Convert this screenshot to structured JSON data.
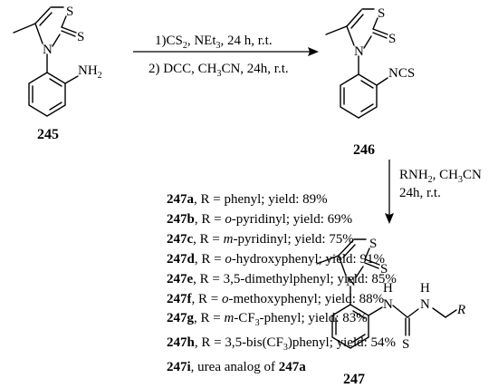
{
  "compounds": {
    "c245": "245",
    "c246": "246",
    "c247": "247"
  },
  "atoms": {
    "S": "S",
    "N": "N",
    "NH": "NH",
    "H": "H",
    "R": "R",
    "sub2": "2",
    "NCS": "NCS"
  },
  "step1": {
    "line1_a": "1)CS",
    "line1_sub": "2",
    "line1_b": ", NEt",
    "line1_sub2": "3",
    "line1_c": ", 24 h, r.t.",
    "line2_a": "2) DCC, CH",
    "line2_sub": "3",
    "line2_b": "CN, 24h, r.t."
  },
  "step2": {
    "line1_a": "RNH",
    "line1_sub": "2",
    "line1_b": ", CH",
    "line1_sub2": "3",
    "line1_c": "CN",
    "line2": "24h, r.t."
  },
  "yields": [
    {
      "id": "247a",
      "pre": ", R = ",
      "ital": "",
      "mid": "phenyl",
      "sub": "",
      "post": "; yield: 89%"
    },
    {
      "id": "247b",
      "pre": ", R = ",
      "ital": "o",
      "mid": "-pyridinyl",
      "sub": "",
      "post": "; yield: 69%"
    },
    {
      "id": "247c",
      "pre": ", R = ",
      "ital": "m",
      "mid": "-pyridinyl",
      "sub": "",
      "post": "; yield: 75%"
    },
    {
      "id": "247d",
      "pre": ", R = ",
      "ital": "o",
      "mid": "-hydroxyphenyl",
      "sub": "",
      "post": "; yield: 91%"
    },
    {
      "id": "247e",
      "pre": ", R = ",
      "ital": "",
      "mid": "3,5-dimethylphenyl",
      "sub": "",
      "post": "; yield: 85%"
    },
    {
      "id": "247f",
      "pre": ", R = ",
      "ital": "o",
      "mid": "-methoxyphenyl",
      "sub": "",
      "post": "; yield: 88%"
    },
    {
      "id": "247g",
      "pre": ", R = ",
      "ital": "m",
      "mid": "-CF",
      "sub": "3",
      "post": "-phenyl; yield: 83%"
    },
    {
      "id": "247h",
      "pre": ", R = ",
      "ital": "",
      "mid": "3,5-bis(CF",
      "sub": "3",
      "post": ")phenyl; yield: 54%"
    },
    {
      "id": "247i",
      "pre": ", urea analog of ",
      "ital": "",
      "mid": "",
      "sub": "",
      "post": "",
      "ref": "247a"
    }
  ]
}
